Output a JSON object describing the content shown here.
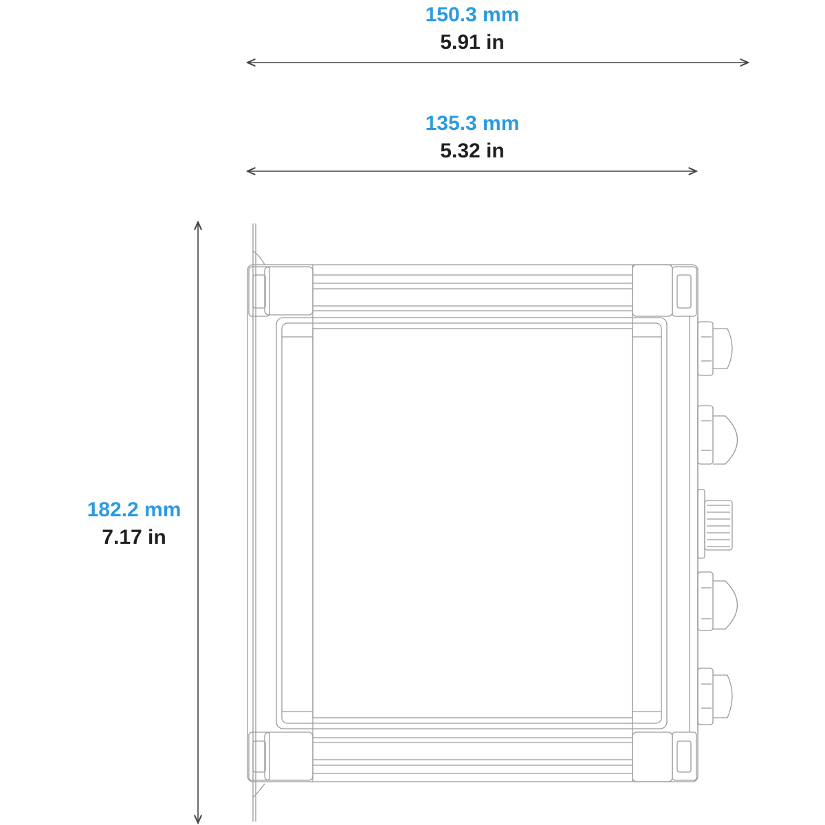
{
  "colors": {
    "metric": "#2b9be0",
    "imperial": "#1f1f1f",
    "line": "#444444",
    "outline": "#9a9a9a"
  },
  "dimensions": {
    "overall_width": {
      "mm": "150.3 mm",
      "in": "5.91 in"
    },
    "body_width": {
      "mm": "135.3 mm",
      "in": "5.32 in"
    },
    "height": {
      "mm": "182.2 mm",
      "in": "7.17 in"
    }
  },
  "connectors": [
    "round-connector",
    "round-connector",
    "threaded-antenna-connector",
    "round-connector",
    "round-connector"
  ]
}
